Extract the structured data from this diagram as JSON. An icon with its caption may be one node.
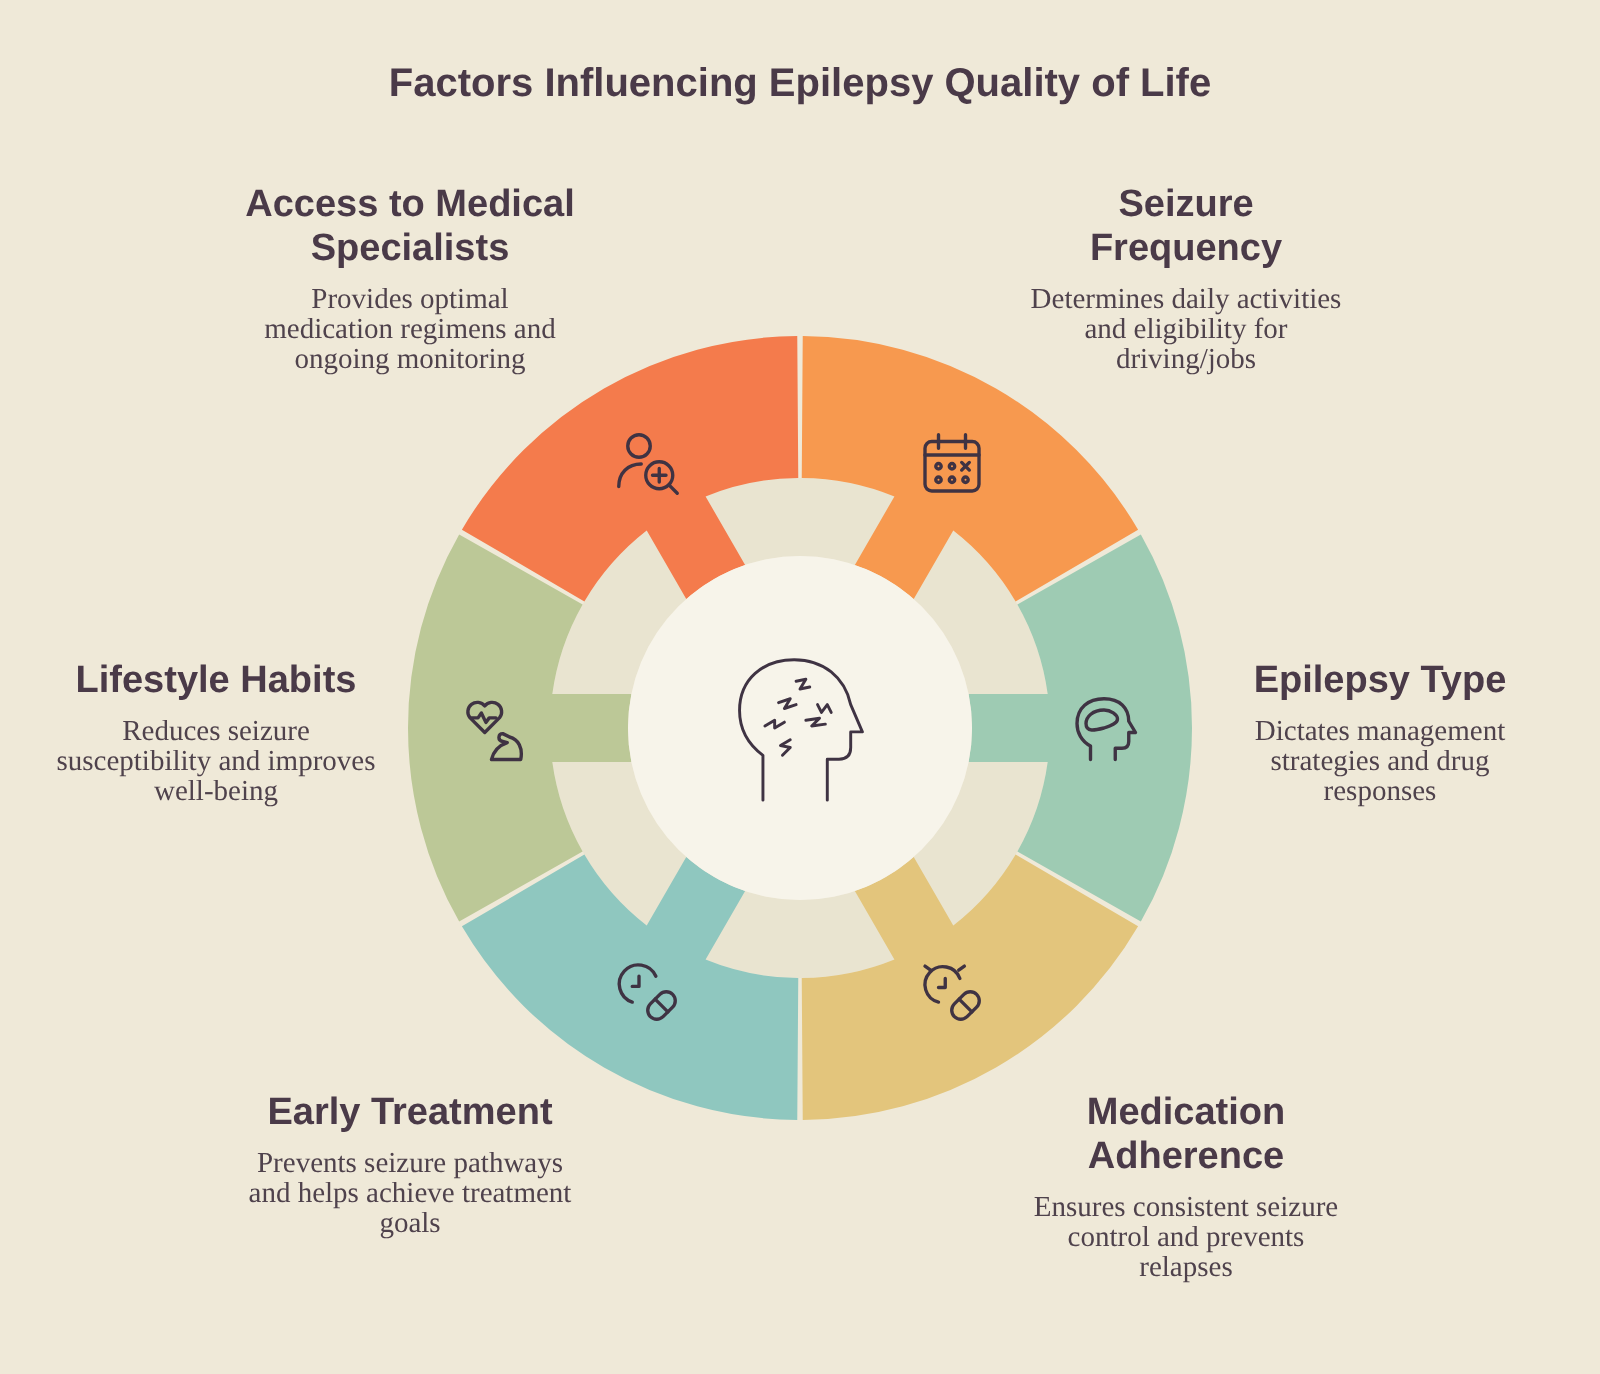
{
  "diagram": {
    "title": "Factors Influencing Epilepsy Quality of Life",
    "nodes": [
      {
        "text": [
          "Access to Medical Specialists",
          "Provides optimal medication regimens and ongoing monitoring"
        ]
      },
      {
        "text": [
          "Seizure Frequency",
          "Determines daily activities and eligibility for driving/jobs"
        ]
      },
      {
        "text": [
          "Lifestyle Habits",
          "Reduces seizure susceptibility and improves well-being"
        ]
      },
      {
        "text": [],
        "shape": "circle"
      },
      {
        "text": [
          "Epilepsy Type",
          "Dictates management strategies and drug responses"
        ]
      },
      {
        "text": [
          "Early Treatment",
          "Prevents seizure pathways and helps achieve treatment goals"
        ]
      },
      {
        "text": [
          "Medication Adherence",
          "Ensures consistent seizure control and prevents relapses"
        ]
      }
    ]
  }
}
